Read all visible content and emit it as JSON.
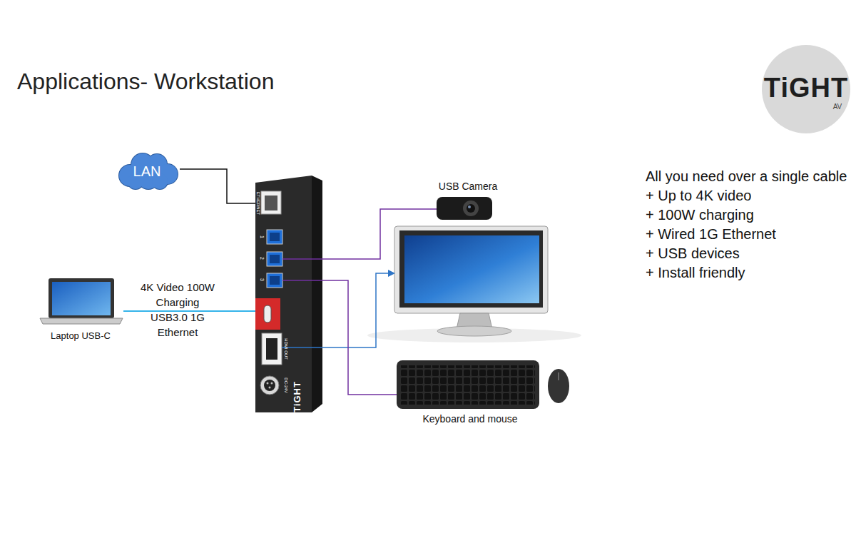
{
  "diagram": {
    "title": "Applications- Workstation",
    "nodes": [
      {
        "text": [
          "TiGHT",
          "AV"
        ]
      },
      {
        "text": [
          "LAN"
        ]
      },
      {
        "text": [
          "ETHERNET",
          "1",
          "2",
          "3",
          "HDMI OUT",
          "DC-24V",
          "TiGHT"
        ]
      },
      {
        "text": [
          "USB Camera"
        ]
      },
      {
        "text": [
          "Laptop USB-C"
        ]
      },
      {
        "text": [
          "Keyboard and mouse"
        ]
      }
    ],
    "edges": [
      {
        "from": 1,
        "to": 2,
        "arrow": "none"
      },
      {
        "from": 2,
        "to": 3,
        "arrow": "none"
      },
      {
        "from": 4,
        "to": 2,
        "arrow": "none",
        "label": "4K Video 100W Charging USB3.0 1G Ethernet"
      },
      {
        "from": 2,
        "to": 5,
        "arrow": "none"
      }
    ],
    "labels": [
      "All you need over a single cable",
      "+ Up to 4K video",
      "+ 100W charging",
      "+ Wired 1G Ethernet",
      "+ USB devices",
      "+ Install friendly"
    ]
  }
}
